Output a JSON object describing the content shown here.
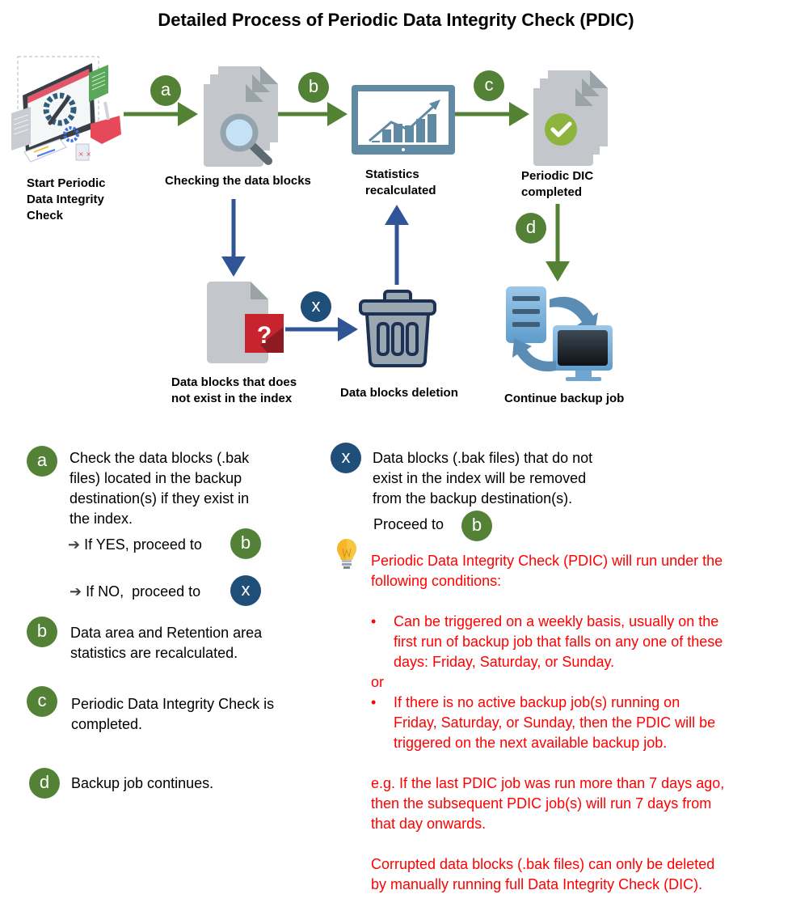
{
  "title": "Detailed Process of Periodic Data Integrity Check (PDIC)",
  "colors": {
    "green_step": "#538135",
    "blue_step": "#1f4e79",
    "green_arrow": "#548235",
    "blue_arrow": "#2f5597",
    "note_red": "#ff0000"
  },
  "diagram": {
    "nodes": {
      "start": {
        "label_lines": [
          "Start Periodic",
          "Data Integrity",
          "Check"
        ],
        "icon": "maintenance-screen-icon"
      },
      "checking": {
        "label": "Checking  the data blocks",
        "icon": "documents-search-icon"
      },
      "statistics": {
        "label_lines": [
          "Statistics",
          "recalculated"
        ],
        "icon": "chart-monitor-icon"
      },
      "completed": {
        "label_lines": [
          "Periodic  DIC",
          "completed"
        ],
        "icon": "documents-check-icon"
      },
      "missing": {
        "label_lines": [
          "Data blocks  that does",
          "not exist  in  the index"
        ],
        "icon": "document-question-icon"
      },
      "deletion": {
        "label": "Data blocks  deletion",
        "icon": "trash-icon"
      },
      "continue": {
        "label": "Continue backup job",
        "icon": "server-sync-icon"
      }
    },
    "edges": [
      {
        "from": "start",
        "to": "checking",
        "badge": "a",
        "color": "green"
      },
      {
        "from": "checking",
        "to": "statistics",
        "badge": "b",
        "color": "green"
      },
      {
        "from": "statistics",
        "to": "completed",
        "badge": "c",
        "color": "green"
      },
      {
        "from": "completed",
        "to": "continue",
        "badge": "d",
        "color": "green"
      },
      {
        "from": "checking",
        "to": "missing",
        "badge": "",
        "color": "blue"
      },
      {
        "from": "missing",
        "to": "deletion",
        "badge": "x",
        "color": "blue"
      },
      {
        "from": "deletion",
        "to": "statistics",
        "badge": "",
        "color": "blue"
      }
    ]
  },
  "legend": {
    "a": {
      "badge": "a",
      "lines": [
        "Check the data blocks (.bak",
        "files) located in the backup",
        "destination(s) if they exist in",
        "the index."
      ],
      "yes": {
        "text": "If YES, proceed to",
        "badge": "b"
      },
      "no": {
        "text": "If NO,  proceed to",
        "badge": "x"
      }
    },
    "b": {
      "badge": "b",
      "lines": [
        "Data area and Retention area",
        "statistics are recalculated."
      ]
    },
    "c": {
      "badge": "c",
      "lines": [
        "Periodic Data Integrity Check is",
        "completed."
      ]
    },
    "d": {
      "badge": "d",
      "lines": [
        "Backup job continues."
      ]
    },
    "x": {
      "badge": "x",
      "lines": [
        "Data blocks (.bak files) that do not",
        "exist in the index will be removed",
        "from the backup destination(s)."
      ],
      "proceed": {
        "text": "Proceed to",
        "badge": "b"
      }
    }
  },
  "note": {
    "icon": "lightbulb-icon",
    "intro_lines": [
      "Periodic Data Integrity Check (PDIC) will run under the",
      "following conditions:"
    ],
    "bullet1_lines": [
      "Can be triggered on a weekly basis, usually on the",
      "first run of backup job that falls on any one of these",
      "days: Friday, Saturday, or Sunday."
    ],
    "or": "or",
    "bullet2_lines": [
      "If there is no active backup job(s) running on",
      "Friday, Saturday, or Sunday, then the PDIC will be",
      "triggered on the next available backup job."
    ],
    "example_lines": [
      "e.g. If the last PDIC job was run more than 7 days ago,",
      "then the subsequent PDIC job(s) will run 7 days from",
      "that day onwards."
    ],
    "corrupted_lines": [
      "Corrupted data blocks (.bak files) can only be deleted",
      "by manually running full Data Integrity Check (DIC)."
    ],
    "bullet": "•"
  }
}
